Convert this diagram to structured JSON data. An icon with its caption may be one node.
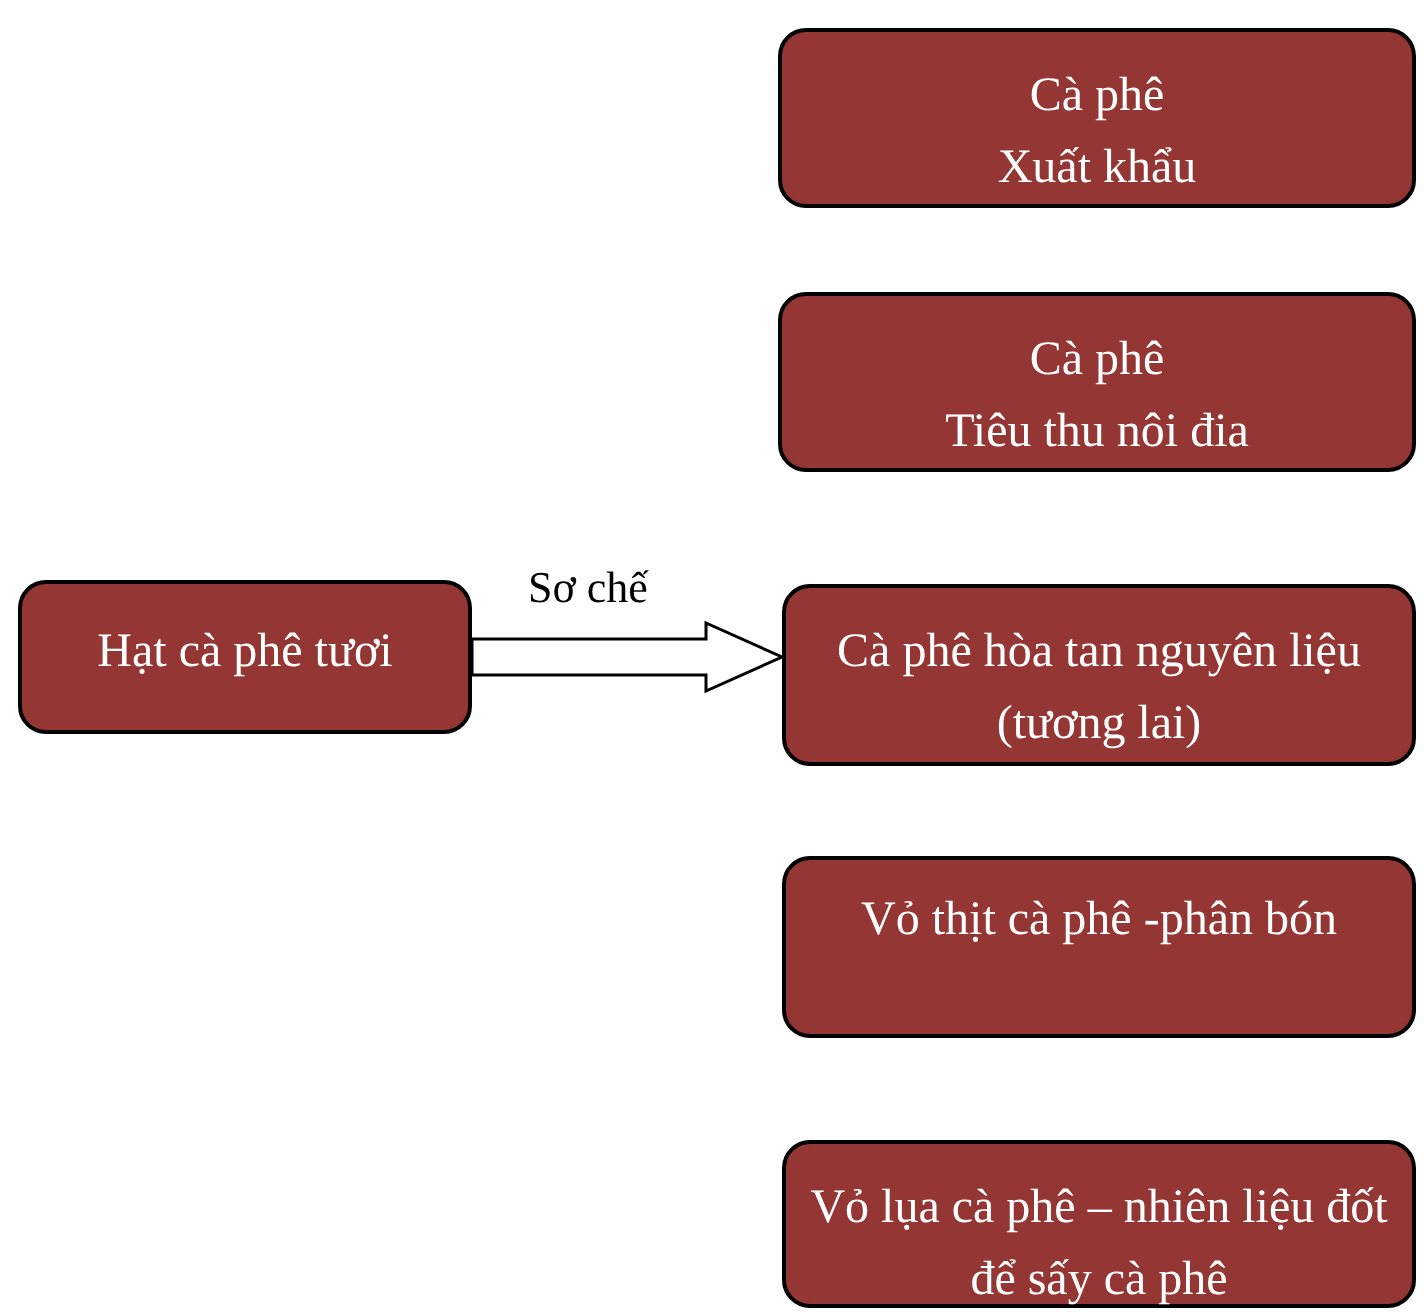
{
  "diagram": {
    "nodes": [
      {
        "text": [
          "Hạt cà phê tươi"
        ]
      },
      {
        "text": [
          "Cà phê",
          "Xuất khẩu"
        ]
      },
      {
        "text": [
          "Cà phê",
          "Tiêu thu nôi đia"
        ]
      },
      {
        "text": [
          "Cà phê hòa tan nguyên liệu (tương lai)"
        ]
      },
      {
        "text": [
          "Vỏ thịt cà phê -phân bón"
        ]
      },
      {
        "text": [
          "Vỏ lụa cà phê – nhiên liệu đốt để sấy cà phê"
        ]
      }
    ],
    "edges": [
      {
        "from": 0,
        "to": 3,
        "arrow": "to",
        "label": "Sơ chế"
      }
    ]
  }
}
